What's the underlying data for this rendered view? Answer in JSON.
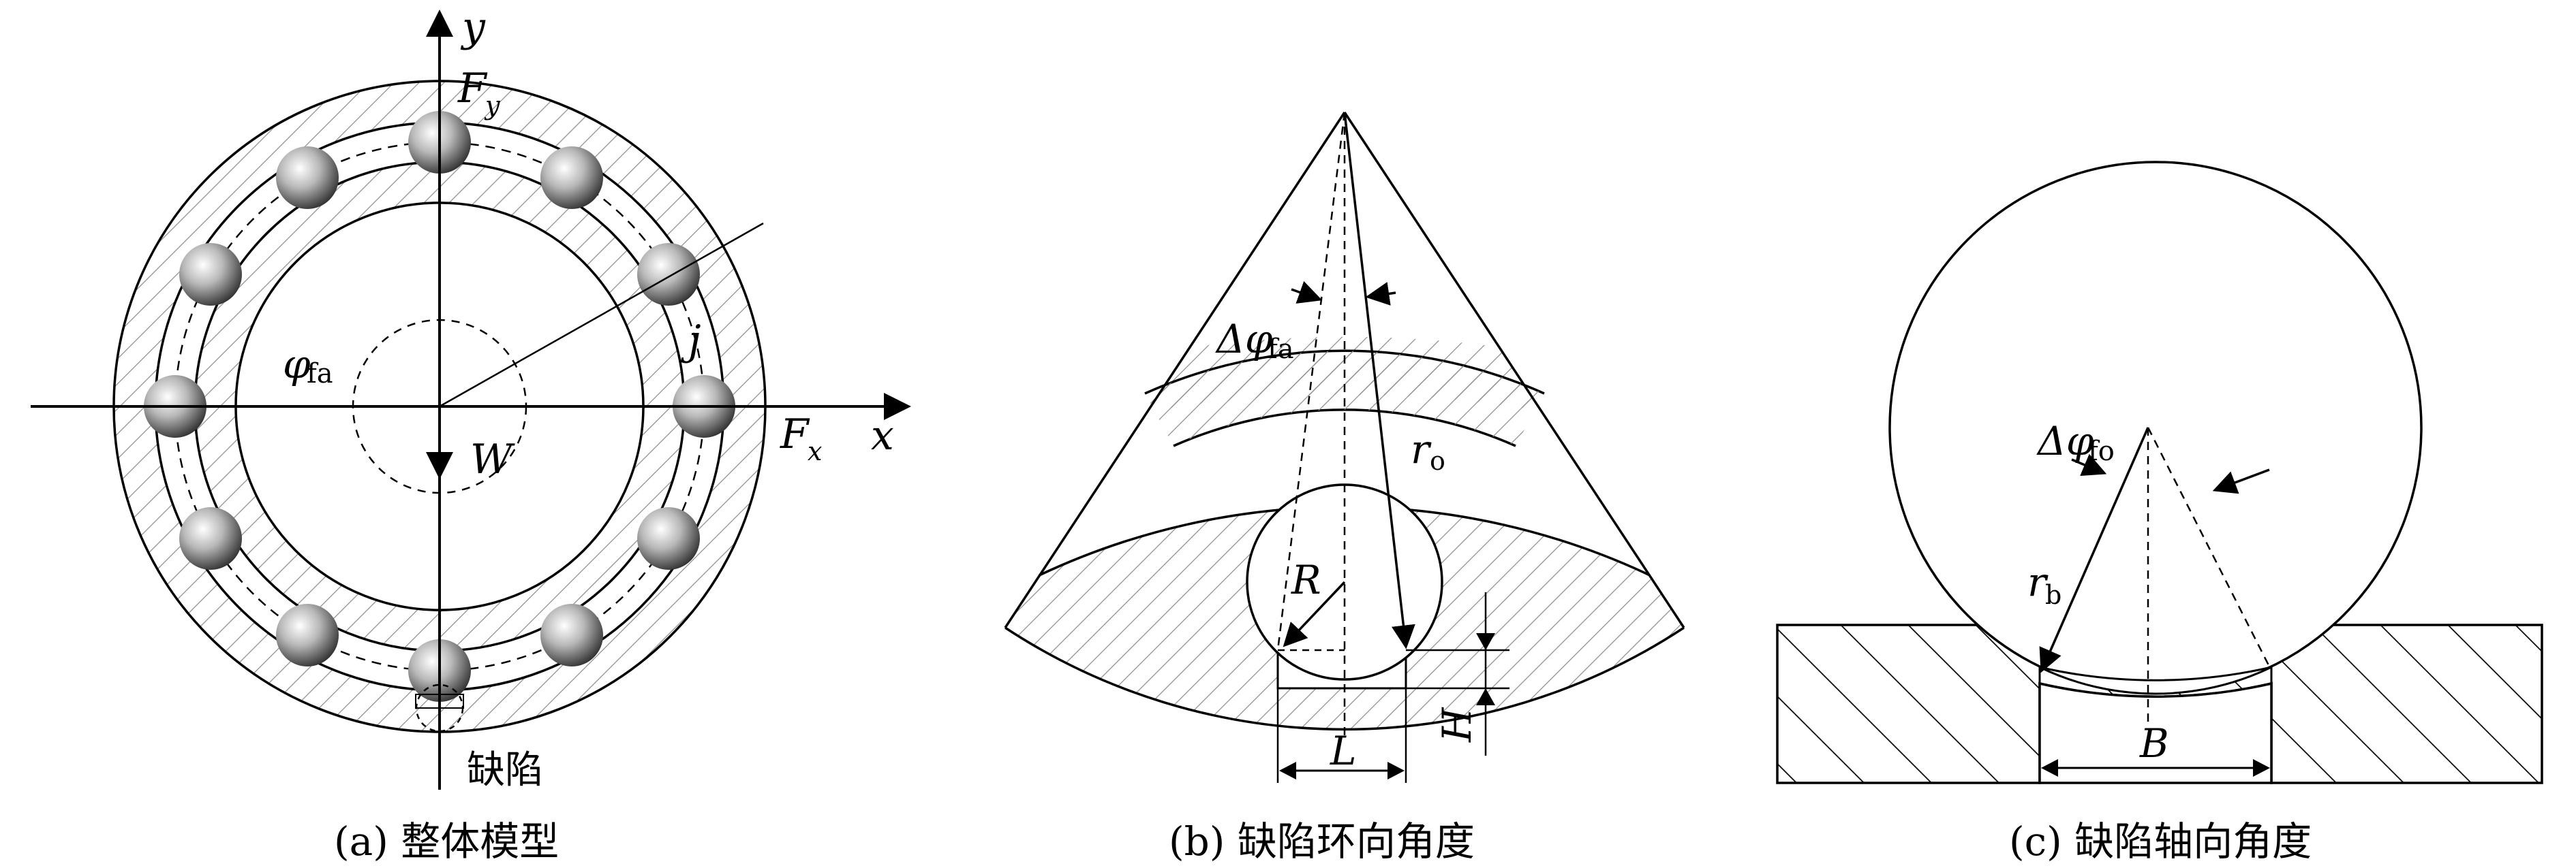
{
  "panel_a": {
    "label_y": "y",
    "label_x": "x",
    "label_Fy_main": "F",
    "label_Fy_sub": "y",
    "label_Fx_main": "F",
    "label_Fx_sub": "x",
    "label_W": "W",
    "label_j": "j",
    "label_phi_main": "φ",
    "label_phi_sub": "fa",
    "label_defect": "缺陷",
    "caption": "(a) 整体模型"
  },
  "panel_b": {
    "label_dphi_main": "Δφ",
    "label_dphi_sub": "fa",
    "label_ro_main": "r",
    "label_ro_sub": "o",
    "label_R": "R",
    "label_H": "H",
    "label_L": "L",
    "caption": "(b) 缺陷环向角度"
  },
  "panel_c": {
    "label_dphi_main": "Δφ",
    "label_dphi_sub": "fo",
    "label_rb_main": "r",
    "label_rb_sub": "b",
    "label_B": "B",
    "caption": "(c) 缺陷轴向角度"
  },
  "colors": {
    "ink": "#000000",
    "hatch": "#777777",
    "ball_dark": "#2e2e2e"
  }
}
